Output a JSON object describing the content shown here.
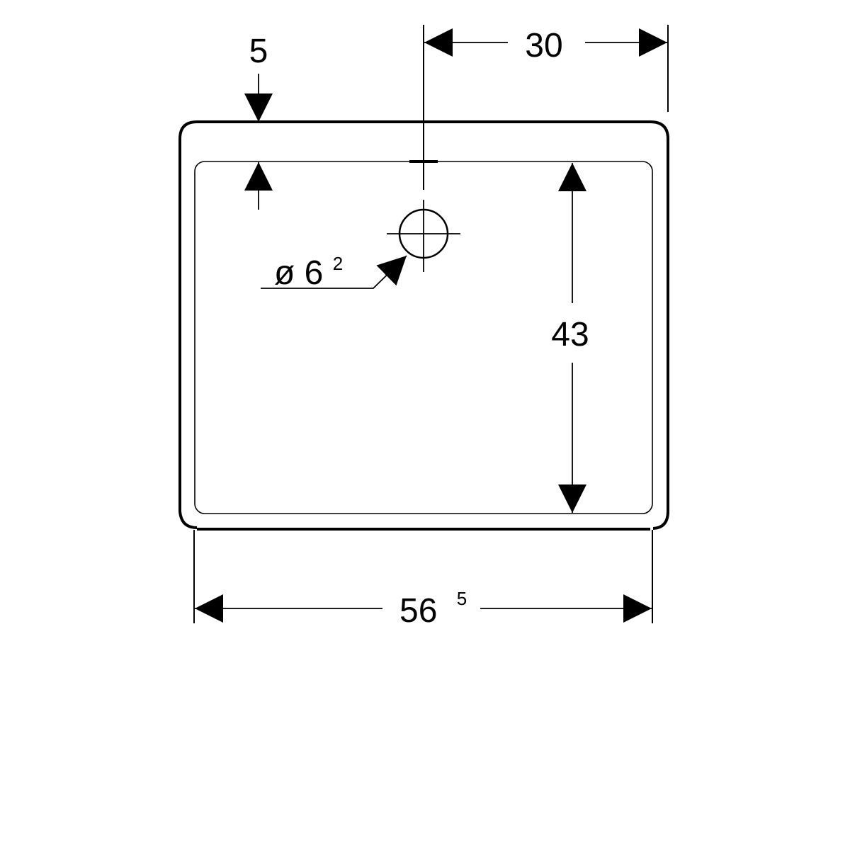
{
  "dimensions": {
    "wall_thickness": {
      "value": "5"
    },
    "drain_offset": {
      "value": "30"
    },
    "drain_diameter": {
      "prefix": "ø 6",
      "superscript": "2"
    },
    "inner_depth": {
      "value": "43"
    },
    "outer_width": {
      "value": "56",
      "superscript": "5"
    }
  },
  "colors": {
    "line": "#000000",
    "background": "#ffffff"
  }
}
